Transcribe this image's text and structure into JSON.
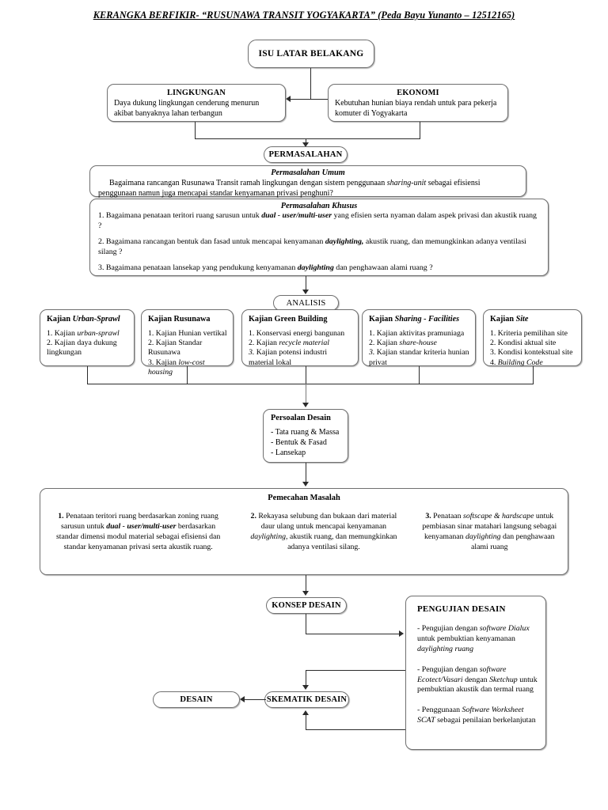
{
  "title": "KERANGKA BERFIKIR- “RUSUNAWA TRANSIT YOGYAKARTA” (Peda Bayu Yunanto – 12512165)",
  "nodes": {
    "isu_latar_belakang": "ISU LATAR BELAKANG",
    "lingkungan": {
      "heading": "LINGKUNGAN",
      "body": "Daya dukung lingkungan cenderung menurun akibat banyaknya lahan terbangun"
    },
    "ekonomi": {
      "heading": "EKONOMI",
      "body": "Kebutuhan hunian biaya rendah untuk para pekerja komuter di Yogyakarta"
    },
    "permasalahan_label": "PERMASALAHAN",
    "permasalahan_umum": {
      "heading": "Permasalahan Umum",
      "body_1": "Bagaimana rancangan Rusunawa Transit ramah lingkungan dengan sistem penggunaan ",
      "body_em": "sharing-unit",
      "body_2": " sebagai efisiensi penggunaan namun juga mencapai standar kenyamanan privasi penghuni?"
    },
    "permasalahan_khusus": {
      "heading": "Permasalahan Khusus",
      "items": [
        {
          "pre": "1. Bagaimana penataan teritori ruang sarusun untuk ",
          "em": "dual - user/multi-user",
          "post": " yang efisien serta nyaman dalam aspek privasi dan akustik ruang ?"
        },
        {
          "pre": "2. Bagaimana rancangan bentuk dan fasad untuk mencapai kenyamanan ",
          "em": "daylighting,",
          "post": " akustik ruang, dan memungkinkan adanya ventilasi silang ?"
        },
        {
          "pre": "3. Bagaimana penataan lansekap yang pendukung kenyamanan ",
          "em": "daylighting",
          "post": " dan penghawaan alami ruang ?"
        }
      ]
    },
    "analisis_label": "ANALISIS",
    "kajian": [
      {
        "head_pre": "Kajian ",
        "head_em": "Urban-Sprawl",
        "items": [
          "1. Kajian <i>urban-sprawl</i>",
          "2. Kajian daya dukung lingkungan"
        ]
      },
      {
        "head_pre": "Kajian Rusunawa",
        "head_em": "",
        "items": [
          "1. Kajian Hunian vertikal",
          "2. Kajian Standar Rusunawa",
          "3. Kajian <i>low-cost housing</i>"
        ]
      },
      {
        "head_pre": "Kajian Green Building",
        "head_em": "",
        "items": [
          "1. Konservasi energi bangunan",
          "2. Kajian <i>recycle material</i>",
          "<i>3.</i> Kajian potensi industri material lokal"
        ]
      },
      {
        "head_pre": "Kajian ",
        "head_em": "Sharing - Facilities",
        "items": [
          "1. Kajian aktivitas pramuniaga",
          "2. Kajian <i>share-house</i>",
          "<i>3.</i> Kajian standar kriteria hunian privat"
        ]
      },
      {
        "head_pre": "Kajian ",
        "head_em": "Site",
        "items": [
          "1. Kriteria pemilihan site",
          "2. Kondisi aktual site",
          "3. Kondisi kontekstual site",
          "4. <i>Building Code</i>"
        ]
      }
    ],
    "persoalan_desain": {
      "heading": "Persoalan Desain",
      "items": [
        "- Tata ruang & Massa",
        "- Bentuk & Fasad",
        "- Lansekap"
      ]
    },
    "pemecahan_masalah": {
      "heading": "Pemecahan Masalah",
      "columns": [
        "<b>1.</b> Penataan teritori ruang berdasarkan zoning ruang sarusun untuk <b><i>dual - user/multi-user</i></b> berdasarkan standar dimensi modul material sebagai efisiensi dan standar kenyamanan privasi serta akustik ruang.",
        "<b>2.</b> Rekayasa selubung dan bukaan dari material daur ulang untuk mencapai kenyamanan <i>daylighting,</i> akustik ruang, dan memungkinkan adanya ventilasi silang.",
        "<b>3.</b> Penataan <i>softscape &amp; hardscape</i> untuk pembiasan sinar matahari langsung sebagai kenyamanan <i>daylighting</i> dan penghawaan alami ruang"
      ]
    },
    "konsep_desain": "KONSEP DESAIN",
    "pengujian_desain": {
      "heading": "PENGUJIAN DESAIN",
      "items": [
        "- Pengujian dengan <i>software Dialux</i> untuk pembuktian kenyamanan <i>daylighting ruang</i>",
        "- Pengujian dengan <i>software Ecotect/Vasari</i> dengan <i>Sketchup</i> untuk pembuktian akustik dan termal ruang",
        "- Penggunaan <i>Software Worksheet SCAT</i> sebagai penilaian berkelanjutan"
      ]
    },
    "skematik_desain": "SKEMATIK DESAIN",
    "desain": "DESAIN"
  },
  "colors": {
    "stroke": "#6f6f6f",
    "line": "#2b2b2b",
    "background": "#ffffff",
    "text": "#000000"
  }
}
